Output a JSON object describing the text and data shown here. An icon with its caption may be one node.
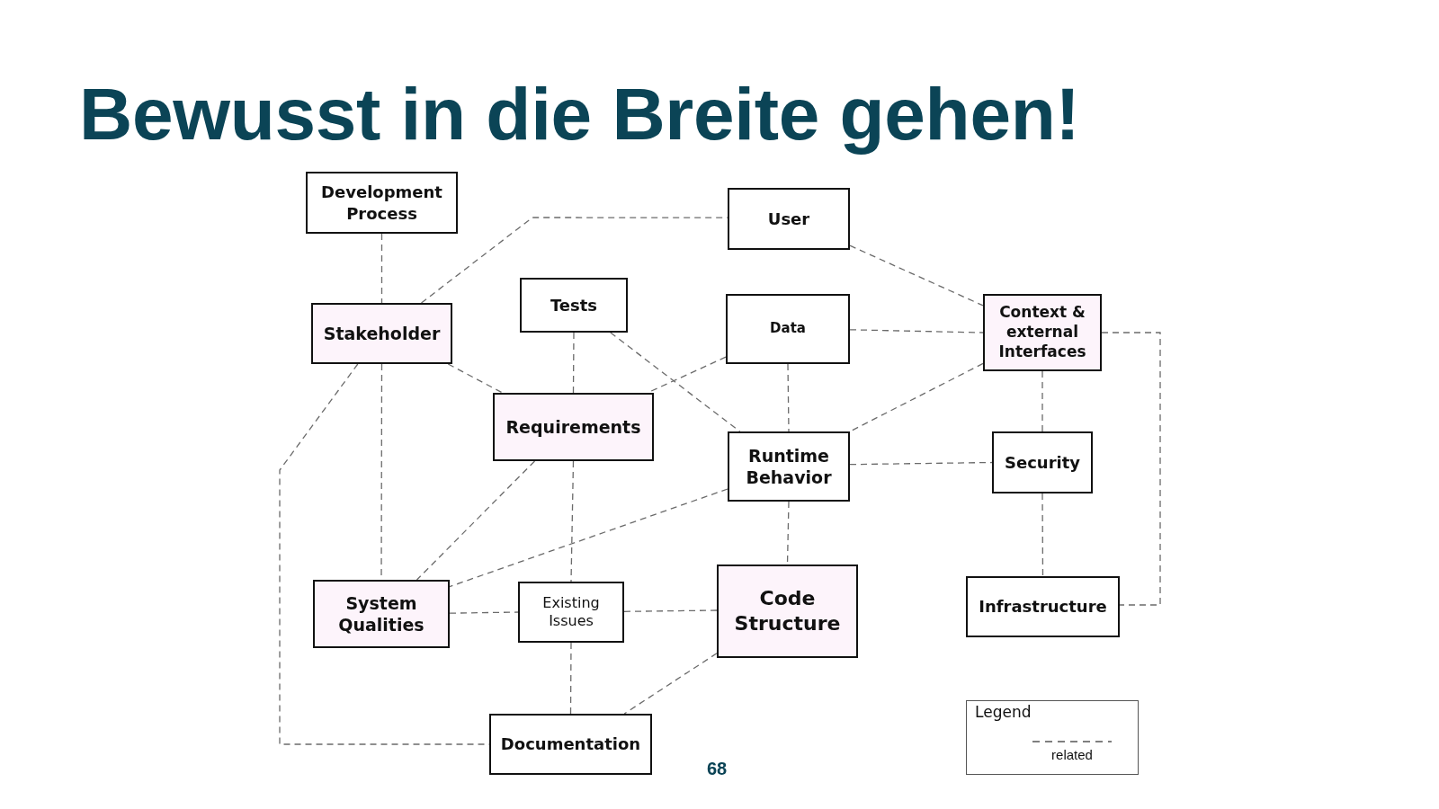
{
  "diagram": {
    "title": "Bewusst in die Breite gehen!",
    "nodes": [
      {
        "text": [
          "Development Process"
        ]
      },
      {
        "text": [
          "User"
        ]
      },
      {
        "text": [
          "Stakeholder"
        ]
      },
      {
        "text": [
          "Tests"
        ]
      },
      {
        "text": [
          "Data"
        ]
      },
      {
        "text": [
          "Context & external Interfaces"
        ]
      },
      {
        "text": [
          "Requirements"
        ]
      },
      {
        "text": [
          "Runtime Behavior"
        ]
      },
      {
        "text": [
          "Security"
        ]
      },
      {
        "text": [
          "System Qualities"
        ]
      },
      {
        "text": [
          "Existing Issues"
        ]
      },
      {
        "text": [
          "Code Structure"
        ]
      },
      {
        "text": [
          "Infrastructure"
        ]
      },
      {
        "text": [
          "Documentation"
        ]
      }
    ],
    "edges": [
      {
        "from": 0,
        "to": 2,
        "arrow": "none",
        "style": "dashed"
      },
      {
        "from": 2,
        "to": 1,
        "arrow": "none",
        "style": "dashed"
      },
      {
        "from": 1,
        "to": 5,
        "arrow": "none",
        "style": "dashed"
      },
      {
        "from": 2,
        "to": 6,
        "arrow": "none",
        "style": "dashed"
      },
      {
        "from": 2,
        "to": 9,
        "arrow": "none",
        "style": "dashed"
      },
      {
        "from": 2,
        "to": 13,
        "arrow": "none",
        "style": "dashed"
      },
      {
        "from": 3,
        "to": 6,
        "arrow": "none",
        "style": "dashed"
      },
      {
        "from": 3,
        "to": 7,
        "arrow": "none",
        "style": "dashed"
      },
      {
        "from": 4,
        "to": 6,
        "arrow": "none",
        "style": "dashed"
      },
      {
        "from": 4,
        "to": 5,
        "arrow": "none",
        "style": "dashed"
      },
      {
        "from": 4,
        "to": 7,
        "arrow": "none",
        "style": "dashed"
      },
      {
        "from": 5,
        "to": 7,
        "arrow": "none",
        "style": "dashed"
      },
      {
        "from": 5,
        "to": 8,
        "arrow": "none",
        "style": "dashed"
      },
      {
        "from": 5,
        "to": 12,
        "arrow": "none",
        "style": "dashed"
      },
      {
        "from": 7,
        "to": 8,
        "arrow": "none",
        "style": "dashed"
      },
      {
        "from": 7,
        "to": 11,
        "arrow": "none",
        "style": "dashed"
      },
      {
        "from": 7,
        "to": 9,
        "arrow": "none",
        "style": "dashed"
      },
      {
        "from": 6,
        "to": 9,
        "arrow": "none",
        "style": "dashed"
      },
      {
        "from": 6,
        "to": 10,
        "arrow": "none",
        "style": "dashed"
      },
      {
        "from": 9,
        "to": 10,
        "arrow": "none",
        "style": "dashed"
      },
      {
        "from": 10,
        "to": 11,
        "arrow": "none",
        "style": "dashed"
      },
      {
        "from": 10,
        "to": 13,
        "arrow": "none",
        "style": "dashed"
      },
      {
        "from": 11,
        "to": 13,
        "arrow": "none",
        "style": "dashed"
      },
      {
        "from": 8,
        "to": 12,
        "arrow": "none",
        "style": "dashed"
      }
    ],
    "labels": [
      "Legend",
      "68"
    ],
    "legend": [
      {
        "text": "related"
      }
    ]
  }
}
